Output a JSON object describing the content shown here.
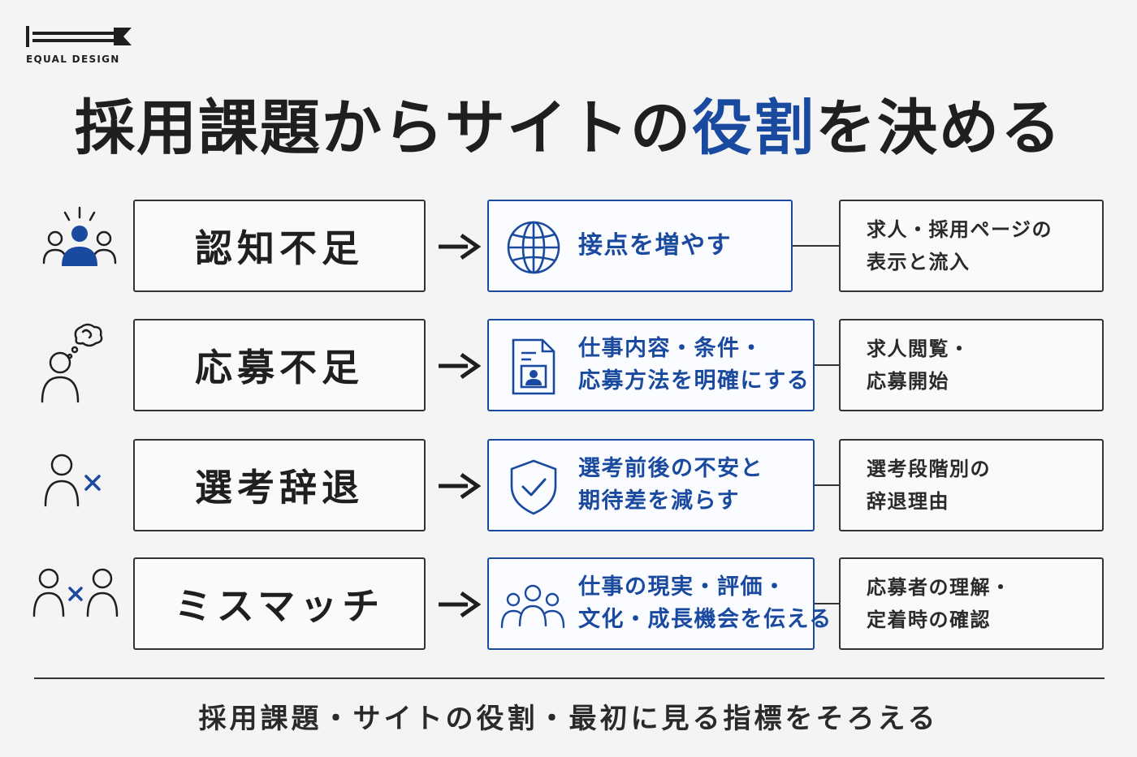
{
  "brand": {
    "name": "EQUAL DESIGN"
  },
  "title": {
    "before": "採用課題からサイトの",
    "accent": "役割",
    "after": "を決める"
  },
  "colors": {
    "accent": "#1a4aa0",
    "ink": "#1f1f1f",
    "background": "#f4f4f5"
  },
  "rows": [
    {
      "issue_icon": "audience-spotlight-icon",
      "problem": "認知不足",
      "role_icon": "globe-icon",
      "role_lines": [
        "接点を増やす"
      ],
      "metric_lines": [
        "求人・採用ページの",
        "表示と流入"
      ]
    },
    {
      "issue_icon": "thinking-person-icon",
      "problem": "応募不足",
      "role_icon": "job-document-icon",
      "role_lines": [
        "仕事内容・条件・",
        "応募方法を明確にする"
      ],
      "metric_lines": [
        "求人閲覧・",
        "応募開始"
      ]
    },
    {
      "issue_icon": "person-cross-icon",
      "problem": "選考辞退",
      "role_icon": "shield-check-icon",
      "role_lines": [
        "選考前後の不安と",
        "期待差を減らす"
      ],
      "metric_lines": [
        "選考段階別の",
        "辞退理由"
      ]
    },
    {
      "issue_icon": "mismatch-people-icon",
      "problem": "ミスマッチ",
      "role_icon": "team-icon",
      "role_lines": [
        "仕事の現実・評価・",
        "文化・成長機会を伝える"
      ],
      "metric_lines": [
        "応募者の理解・",
        "定着時の確認"
      ]
    }
  ],
  "footer": "採用課題・サイトの役割・最初に見る指標をそろえる"
}
